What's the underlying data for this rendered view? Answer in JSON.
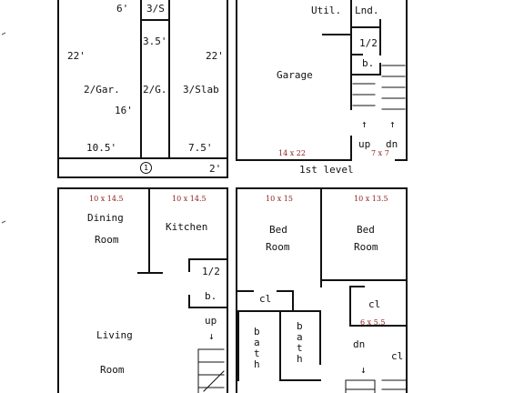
{
  "top_left": {
    "dim_6ft": "6'",
    "dim_22ft_left": "22'",
    "label_2gar": "2/Gar.",
    "dim_16ft": "16'",
    "dim_10_5ft": "10.5'",
    "label_3s": "3/S",
    "dim_3_5ft": "3.5'",
    "label_2g": "2/G.",
    "dim_22ft_right": "22'",
    "label_3slab": "3/Slab",
    "dim_7_5ft": "7.5'",
    "marker_1": "1",
    "dim_2ft": "2'"
  },
  "first_level": {
    "util": "Util.",
    "lnd": "Lnd.",
    "half_bath": "1/2",
    "bath_b": "b.",
    "garage": "Garage",
    "garage_dim": "14 x 22",
    "level_title": "1st level",
    "stair_up": "up",
    "stair_dn": "dn",
    "stair_dim": "7 x 7",
    "arrow_up_left": "↑",
    "arrow_up_right": "↑"
  },
  "main_level": {
    "dining_dim": "10 x 14.5",
    "dining_line1": "Dining",
    "dining_line2": "Room",
    "kitchen_dim": "10 x 14.5",
    "kitchen": "Kitchen",
    "half_bath": "1/2",
    "bath_b": "b.",
    "stair_up": "up",
    "arrow_down": "↓",
    "living_line1": "Living",
    "living_line2": "Room"
  },
  "upper_level": {
    "bed1_dim": "10 x 15",
    "bed1_line1": "Bed",
    "bed1_line2": "Room",
    "bed2_dim": "10 x 13.5",
    "bed2_line1": "Bed",
    "bed2_line2": "Room",
    "closet_left": "cl",
    "closet_mid": "cl",
    "closet_dim": "6 x 5.5",
    "closet_right": "cl",
    "bath1": [
      "b",
      "a",
      "t",
      "h"
    ],
    "bath2": [
      "b",
      "a",
      "t",
      "h"
    ],
    "stair_dn": "dn",
    "arrow_down": "↓"
  }
}
